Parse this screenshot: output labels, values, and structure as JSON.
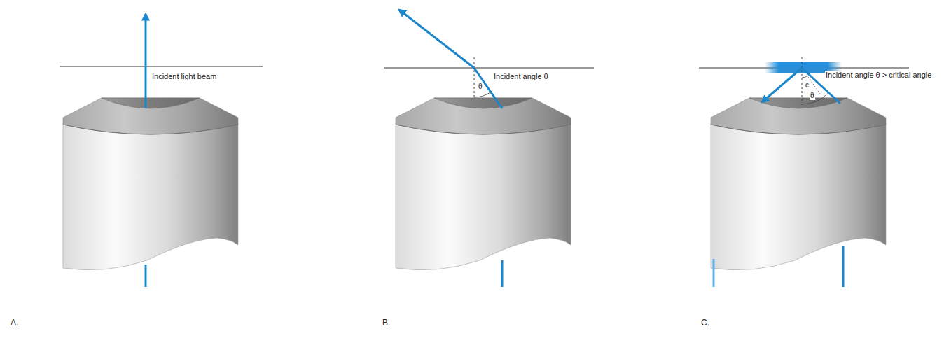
{
  "diagram": {
    "labels": [
      "Incident light beam",
      "Incident angle θ",
      "θ",
      "Incident angle θ > critical angle",
      "c",
      "θ",
      "A.",
      "B.",
      "C."
    ]
  }
}
